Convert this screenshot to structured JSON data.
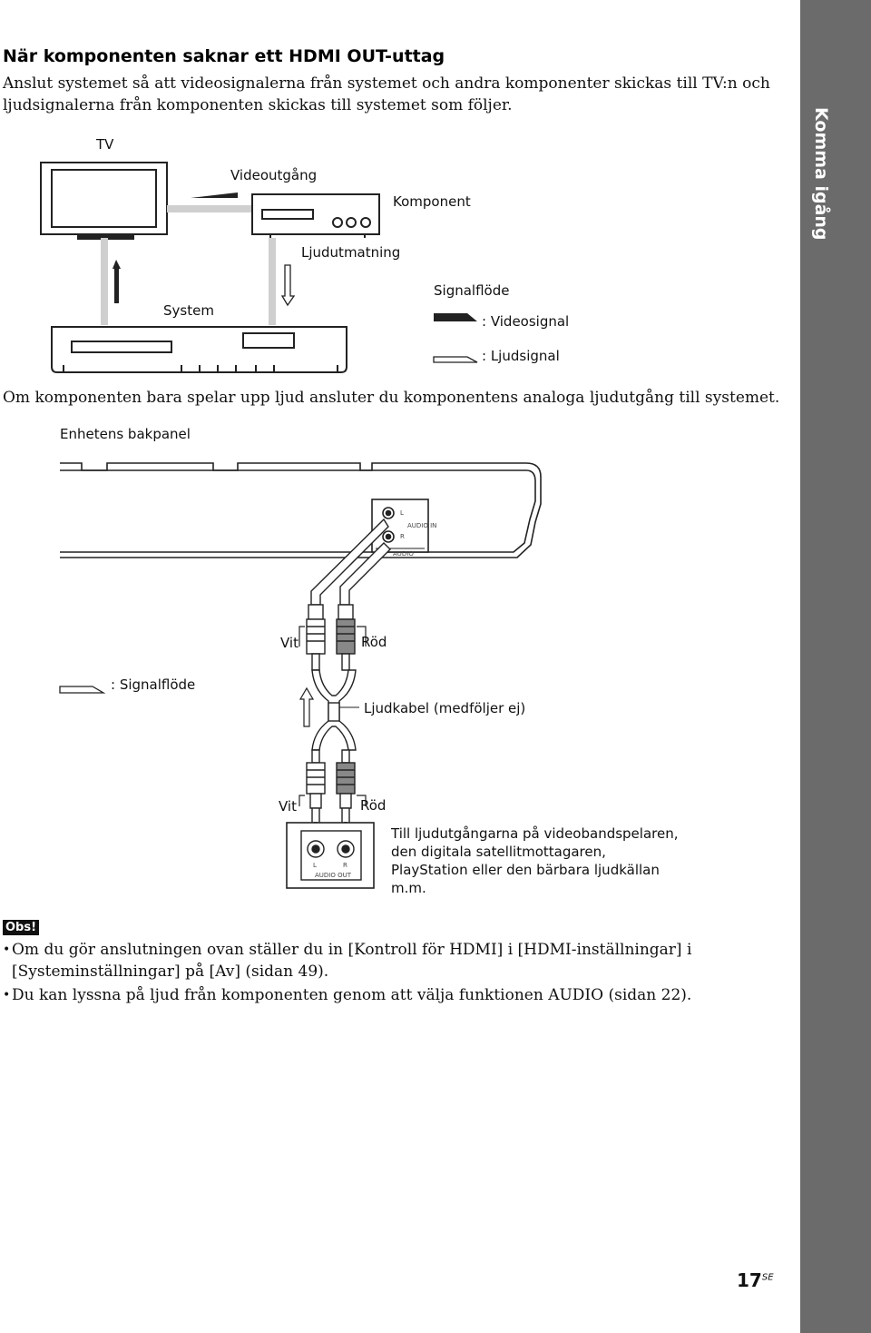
{
  "sidebar": {
    "section_label": "Komma igång"
  },
  "section": {
    "title": "När komponenten saknar ett HDMI OUT-uttag",
    "intro": "Anslut systemet så att videosignalerna från systemet och andra komponenter skickas till TV:n och ljudsignalerna från komponenten skickas till systemet som följer."
  },
  "diagram1": {
    "tv_label": "TV",
    "video_out_label": "Videoutgång",
    "component_label": "Komponent",
    "audio_in_label": "Ljudutmatning",
    "system_label": "System",
    "signal_flow_label": "Signalflöde",
    "video_signal_label": ": Videosignal",
    "audio_signal_label": ": Ljudsignal"
  },
  "mid_text": "Om komponenten bara spelar upp ljud ansluter du komponentens analoga ljudutgång till systemet.",
  "diagram2": {
    "rear_panel_label": "Enhetens bakpanel",
    "jack_l": "L",
    "jack_r": "R",
    "audio_in_jack": "AUDIO IN",
    "audio_group": "AUDIO",
    "white_top": "Vit",
    "red_top": "Röd",
    "signal_flow_legend": ": Signalflöde",
    "cable_label": "Ljudkabel (medföljer ej)",
    "white_bottom": "Vit",
    "red_bottom": "Röd",
    "out_l": "L",
    "out_r": "R",
    "audio_out": "AUDIO OUT",
    "source_desc": "Till ljudutgångarna på videobandspelaren, den digitala satellitmottagaren, PlayStation eller den bärbara ljudkällan m.m."
  },
  "notes": {
    "obs_label": "Obs!",
    "items": [
      "Om du gör anslutningen ovan ställer du in [Kontroll för HDMI] i [HDMI-inställningar] i [Systeminställningar] på [Av] (sidan 49).",
      "Du kan lyssna på ljud från komponenten genom att välja funktionen AUDIO (sidan 22)."
    ]
  },
  "page": {
    "number": "17",
    "suffix": "SE"
  }
}
